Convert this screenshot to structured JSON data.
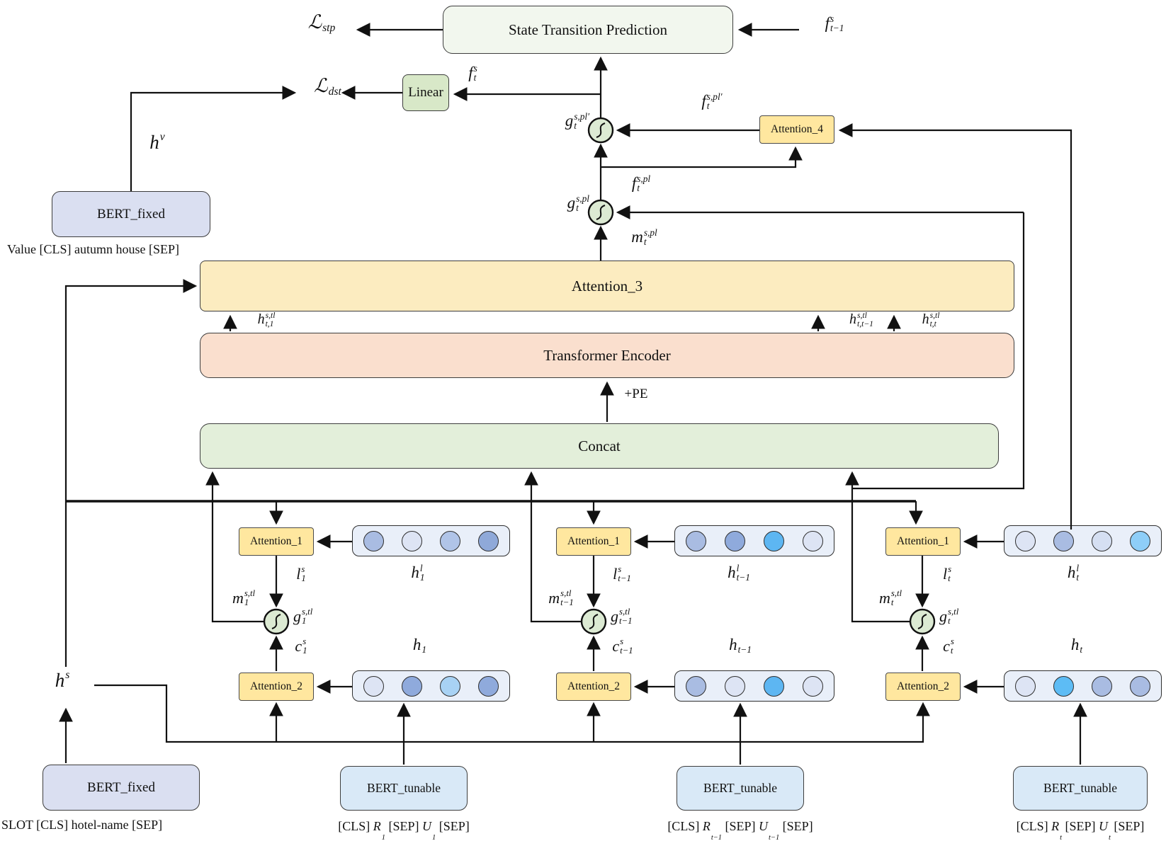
{
  "palette": {
    "stp_fill": "#f2f7ee",
    "linear_fill": "#d8e8c8",
    "attention_fill": "#ffe79f",
    "attention3_fill": "#fcecc0",
    "transformer_fill": "#fadfce",
    "concat_fill": "#e3efda",
    "bert_fixed_fill": "#dadff1",
    "bert_tunable_fill": "#d9e9f7",
    "gate_fill": "#dcead3",
    "token_row_fill": "#e9eff9",
    "line_color": "#111111"
  },
  "boxes": {
    "stp": "State Transition Prediction",
    "linear": "Linear",
    "attention_1": "Attention_1",
    "attention_2": "Attention_2",
    "attention_3": "Attention_3",
    "attention_4": "Attention_4",
    "transformer": "Transformer Encoder",
    "concat": "Concat",
    "bert_fixed": "BERT_fixed",
    "bert_tunable": "BERT_tunable"
  },
  "labels": {
    "loss_stp": [
      {
        "t": "ℒ",
        "i": 1,
        "sub": "stp"
      }
    ],
    "loss_dst": [
      {
        "t": "ℒ",
        "i": 1,
        "sub": "dst"
      }
    ],
    "f_prev": [
      {
        "t": "f",
        "i": 1,
        "sub": "t−1",
        "sup": "s"
      }
    ],
    "f_t": [
      {
        "t": "f",
        "i": 1,
        "sub": "t",
        "sup": "s"
      }
    ],
    "g_pl_prime": [
      {
        "t": "g",
        "i": 1,
        "sub": "t",
        "sup": "s,pl′"
      }
    ],
    "f_pl_prime": [
      {
        "t": "f",
        "i": 1,
        "sub": "t",
        "sup": "s,pl′"
      }
    ],
    "g_pl": [
      {
        "t": "g",
        "i": 1,
        "sub": "t",
        "sup": "s,pl"
      }
    ],
    "f_pl": [
      {
        "t": "f",
        "i": 1,
        "sub": "t",
        "sup": "s,pl"
      }
    ],
    "m_pl": [
      {
        "t": "m",
        "i": 1,
        "sub": "t",
        "sup": "s,pl"
      }
    ],
    "h_t1": [
      {
        "t": "h",
        "i": 1,
        "sub": "t,1",
        "sup": "s,tl"
      }
    ],
    "h_tt1": [
      {
        "t": "h",
        "i": 1,
        "sub": "t,t−1",
        "sup": "s,tl"
      }
    ],
    "h_tt": [
      {
        "t": "h",
        "i": 1,
        "sub": "t,t",
        "sup": "s,tl"
      }
    ],
    "pe": [
      {
        "t": "+PE"
      }
    ],
    "h_v": [
      {
        "t": "h",
        "i": 1,
        "sup": "v"
      }
    ],
    "h_s": [
      {
        "t": "h",
        "i": 1,
        "sup": "s"
      }
    ]
  },
  "columns": [
    {
      "l": [
        {
          "t": "l",
          "i": 1,
          "sub": "1",
          "sup": "s"
        }
      ],
      "m": [
        {
          "t": "m",
          "i": 1,
          "sub": "1",
          "sup": "s,tl"
        }
      ],
      "g": [
        {
          "t": "g",
          "i": 1,
          "sub": "1",
          "sup": "s,tl"
        }
      ],
      "c": [
        {
          "t": "c",
          "i": 1,
          "sub": "1",
          "sup": "s"
        }
      ],
      "hl": [
        {
          "t": "h",
          "i": 1,
          "sub": "1",
          "sup": "l"
        }
      ],
      "h": [
        {
          "t": "h",
          "i": 1,
          "sub": "1"
        }
      ],
      "dots_top": [
        "#a9bce2",
        "#dde4f4",
        "#b0c4e8",
        "#8fa9d9"
      ],
      "dots_bottom": [
        "#dde4f4",
        "#8faadc",
        "#a8d2f4",
        "#8faadc"
      ]
    },
    {
      "l": [
        {
          "t": "l",
          "i": 1,
          "sub": "t−1",
          "sup": "s"
        }
      ],
      "m": [
        {
          "t": "m",
          "i": 1,
          "sub": "t−1",
          "sup": "s,tl"
        }
      ],
      "g": [
        {
          "t": "g",
          "i": 1,
          "sub": "t−1",
          "sup": "s,tl"
        }
      ],
      "c": [
        {
          "t": "c",
          "i": 1,
          "sub": "t−1",
          "sup": "s"
        }
      ],
      "hl": [
        {
          "t": "h",
          "i": 1,
          "sub": "t−1",
          "sup": "l"
        }
      ],
      "h": [
        {
          "t": "h",
          "i": 1,
          "sub": "t−1"
        }
      ],
      "dots_top": [
        "#a9bce2",
        "#8faadc",
        "#5db6f2",
        "#dde4f4"
      ],
      "dots_bottom": [
        "#a9bce2",
        "#dde4f4",
        "#5db6f2",
        "#dde4f4"
      ]
    },
    {
      "l": [
        {
          "t": "l",
          "i": 1,
          "sub": "t",
          "sup": "s"
        }
      ],
      "m": [
        {
          "t": "m",
          "i": 1,
          "sub": "t",
          "sup": "s,tl"
        }
      ],
      "g": [
        {
          "t": "g",
          "i": 1,
          "sub": "t",
          "sup": "s,tl"
        }
      ],
      "c": [
        {
          "t": "c",
          "i": 1,
          "sub": "t",
          "sup": "s"
        }
      ],
      "hl": [
        {
          "t": "h",
          "i": 1,
          "sub": "t",
          "sup": "l"
        }
      ],
      "h": [
        {
          "t": "h",
          "i": 1,
          "sub": "t"
        }
      ],
      "dots_top": [
        "#dde4f4",
        "#a9bce2",
        "#d5dff2",
        "#8ecef8"
      ],
      "dots_bottom": [
        "#dde4f4",
        "#5dbcf5",
        "#a9bce2",
        "#a9bce2"
      ]
    }
  ],
  "captions": {
    "value": [
      {
        "t": "Value  [CLS] autumn house [SEP]"
      }
    ],
    "slot": [
      {
        "t": "SLOT [CLS] hotel-name [SEP]"
      }
    ],
    "dialog_1": [
      {
        "t": "[CLS] "
      },
      {
        "t": "R",
        "i": 1,
        "sub": "1"
      },
      {
        "t": " [SEP] "
      },
      {
        "t": "U",
        "i": 1,
        "sub": "1"
      },
      {
        "t": " [SEP]"
      }
    ],
    "dialog_t1": [
      {
        "t": "[CLS] "
      },
      {
        "t": "R",
        "i": 1,
        "sub": "t−1"
      },
      {
        "t": " [SEP] "
      },
      {
        "t": "U",
        "i": 1,
        "sub": "t−1"
      },
      {
        "t": " [SEP]"
      }
    ],
    "dialog_t": [
      {
        "t": "[CLS] "
      },
      {
        "t": "R",
        "i": 1,
        "sub": "t"
      },
      {
        "t": " [SEP] "
      },
      {
        "t": "U",
        "i": 1,
        "sub": "t"
      },
      {
        "t": " [SEP]"
      }
    ]
  }
}
